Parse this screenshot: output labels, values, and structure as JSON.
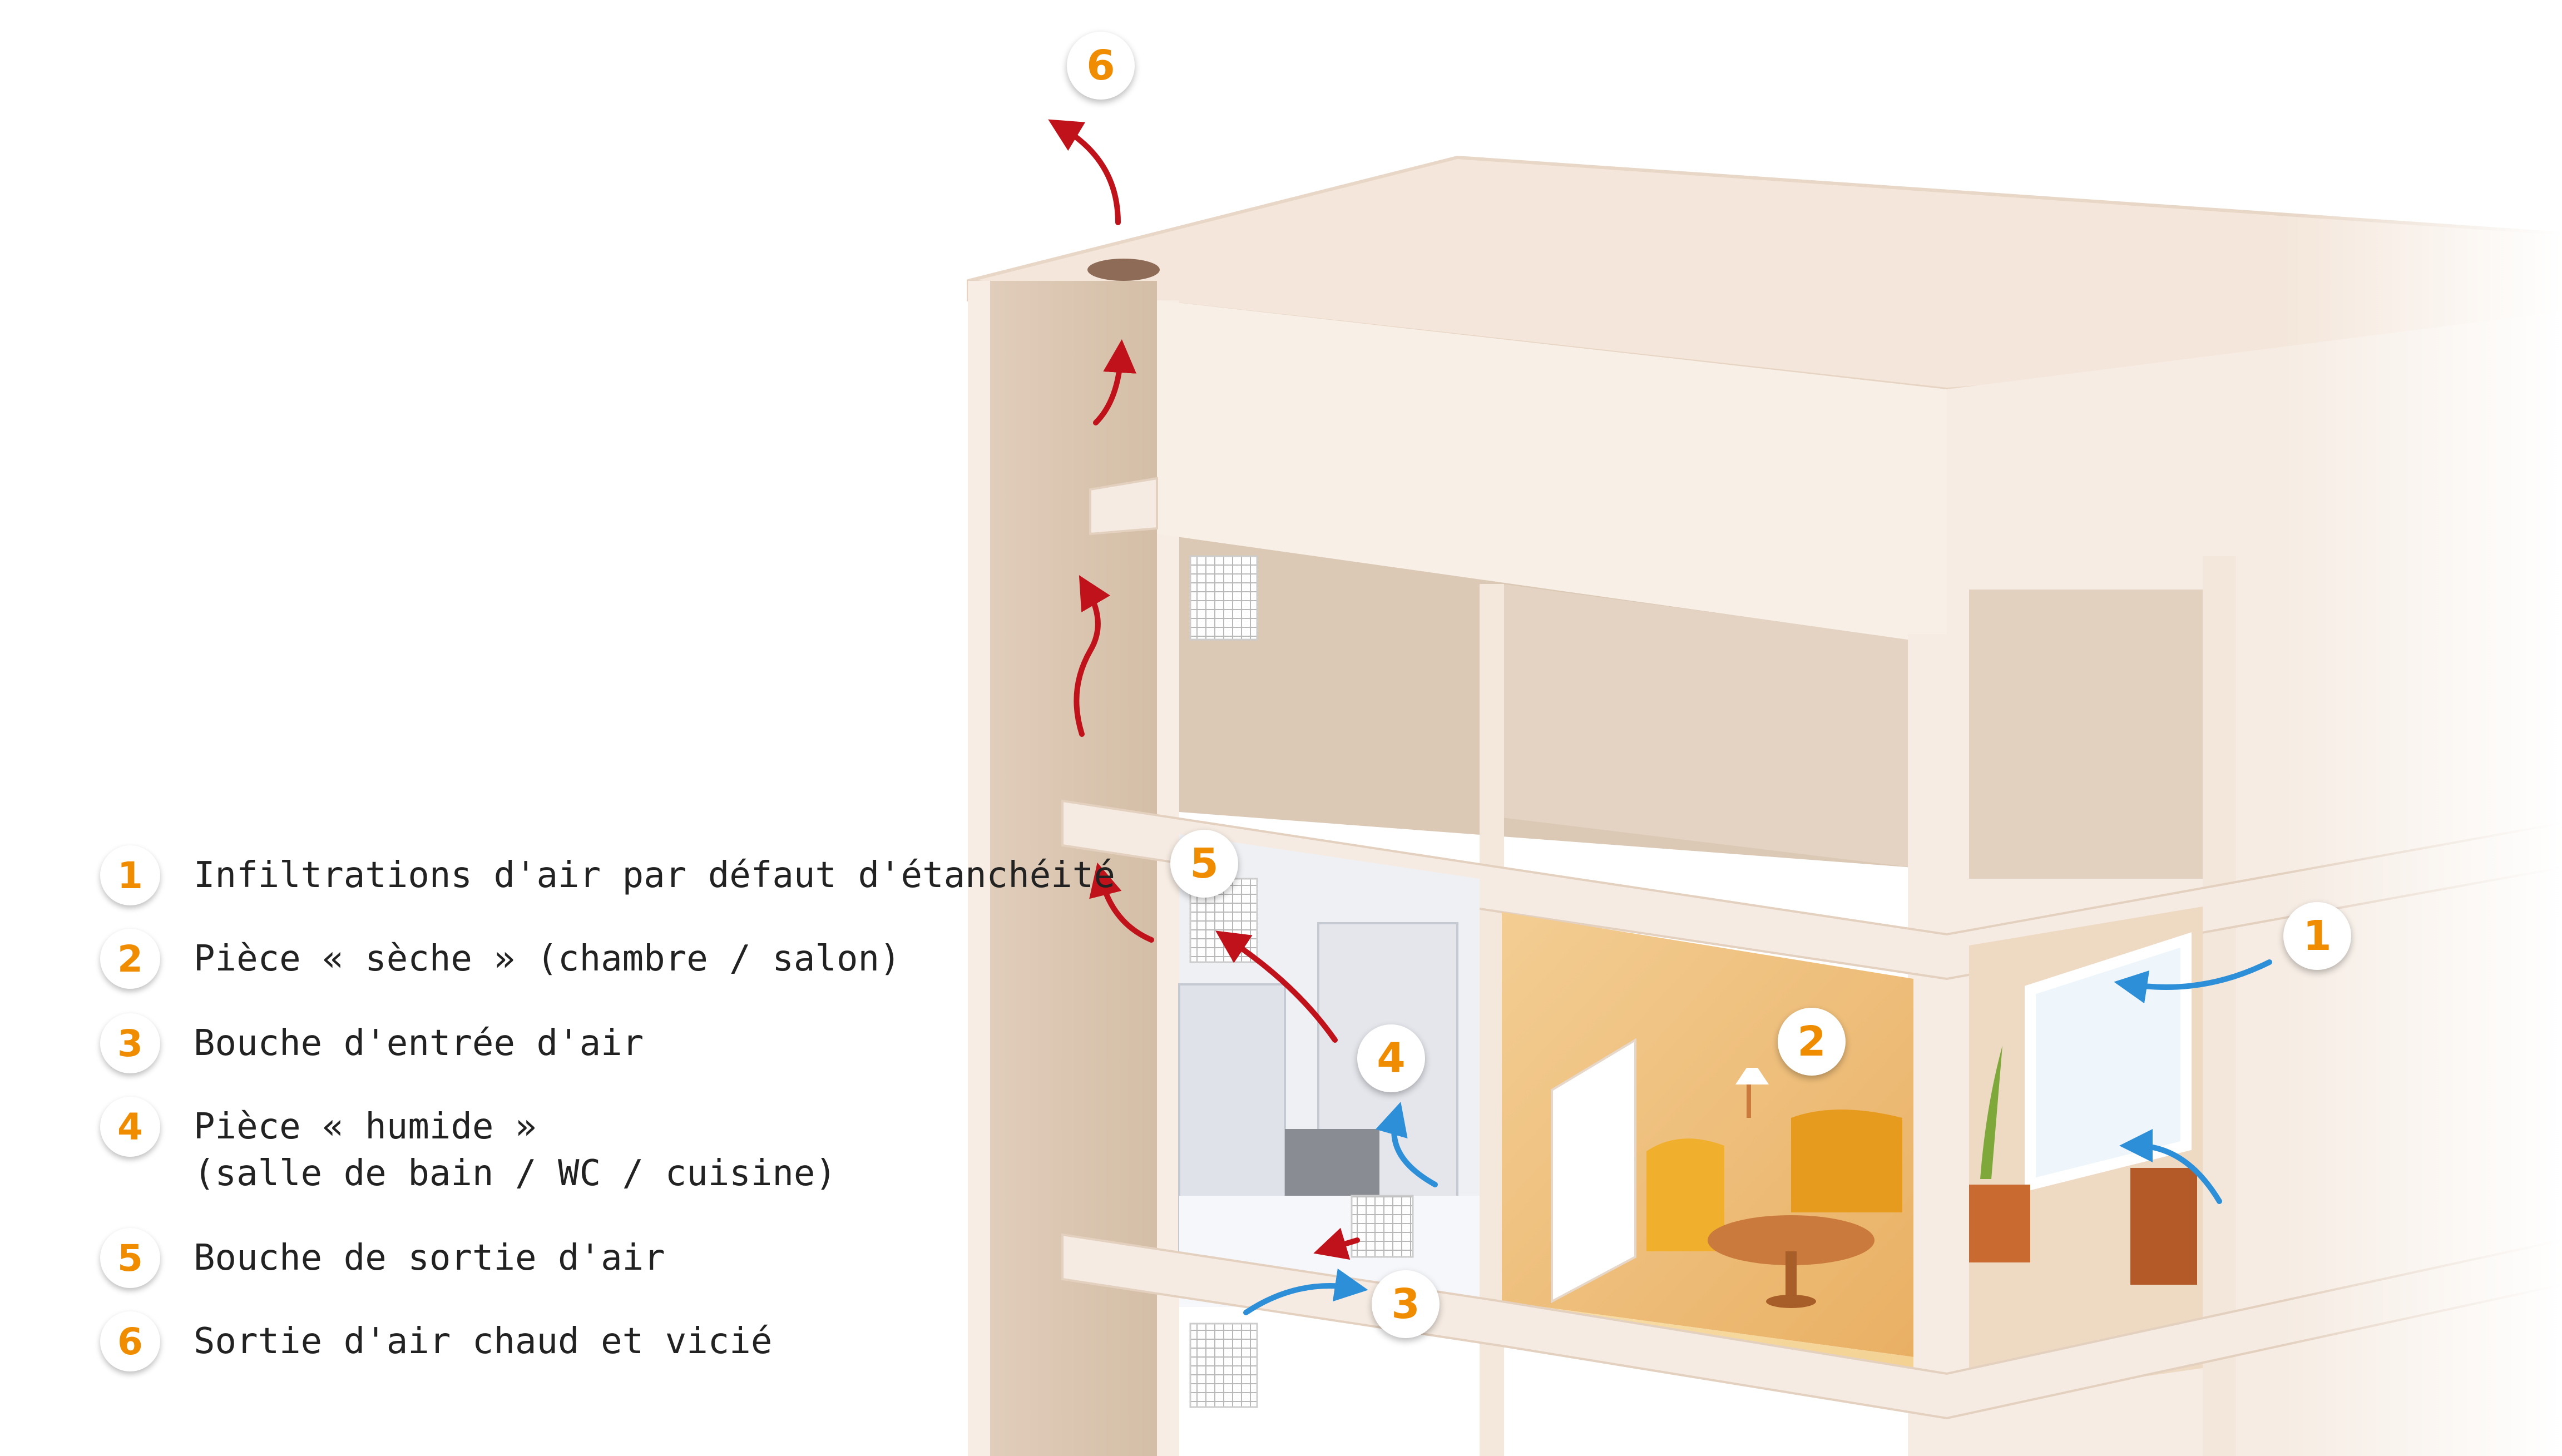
{
  "legend": [
    {
      "number": "1",
      "text": "Infiltrations d'air par défaut d'étanchéité"
    },
    {
      "number": "2",
      "text": "Pièce « sèche » (chambre / salon)"
    },
    {
      "number": "3",
      "text": "Bouche d'entrée d'air"
    },
    {
      "number": "4",
      "text": "Pièce « humide »",
      "text2": "(salle de bain / WC / cuisine)"
    },
    {
      "number": "5",
      "text": "Bouche de sortie d'air"
    },
    {
      "number": "6",
      "text": "Sortie d'air chaud et vicié"
    }
  ],
  "callouts": [
    "1",
    "2",
    "3",
    "4",
    "5",
    "6"
  ],
  "colors": {
    "accent": "#f08c00",
    "warm_air_arrow": "#c0121a",
    "fresh_air_arrow": "#2d8fd8",
    "building_wall": "#f7ece3",
    "shaft": "#dcc8b4",
    "living_room": "#f3c886",
    "kitchen": "#eef0f4"
  }
}
